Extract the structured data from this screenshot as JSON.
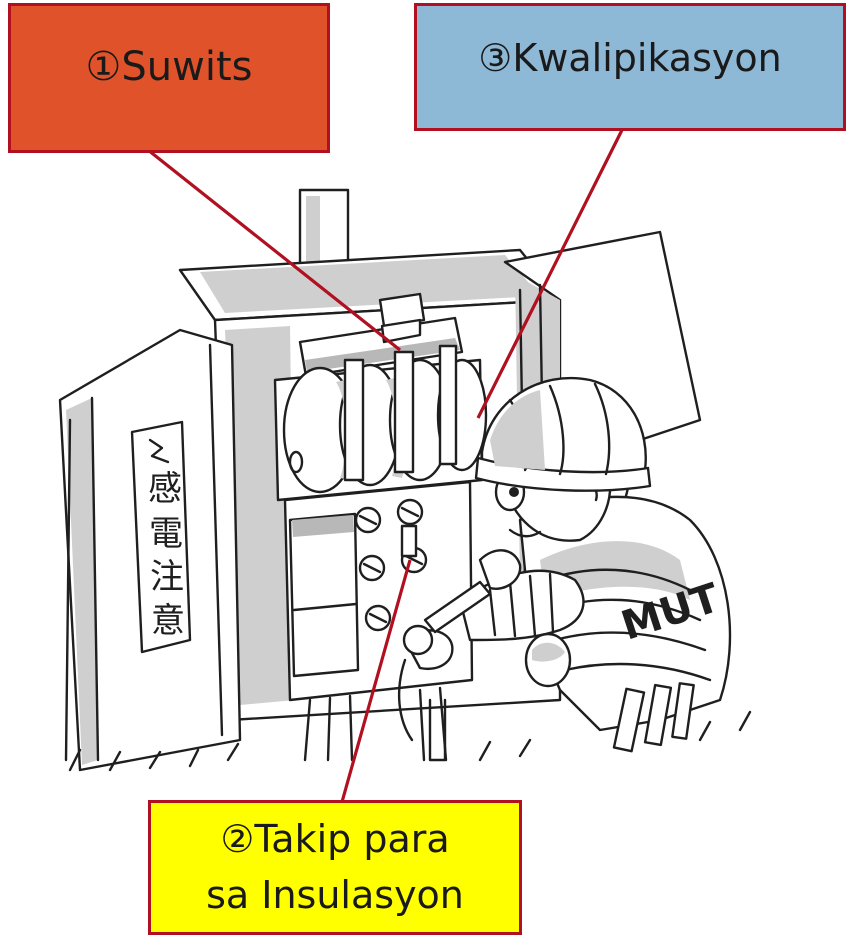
{
  "labels": {
    "switch": "①Suwits",
    "qualification": "③Kwalipikasyon",
    "cover_line1": "②Takip para",
    "cover_line2": "sa Insulasyon"
  },
  "sign": {
    "text_vertical": [
      "感",
      "電",
      "注",
      "意"
    ]
  },
  "helmet_text": "MUT",
  "colors": {
    "switch_box": "#e0532a",
    "qualification_box": "#8db8d6",
    "cover_box": "#ffff00",
    "border_and_leaders": "#b01020"
  }
}
